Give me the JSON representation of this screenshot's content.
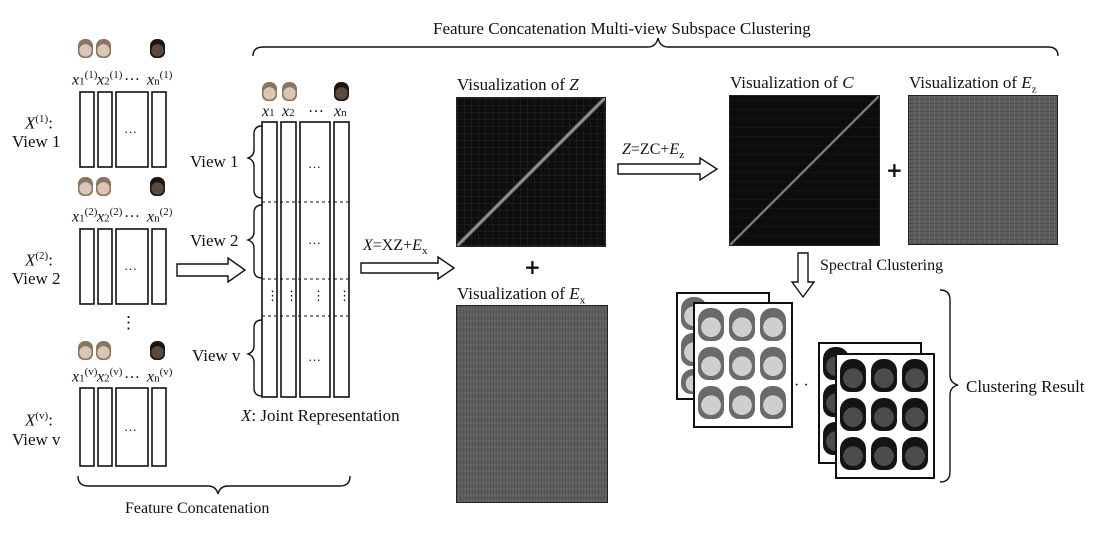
{
  "colors": {
    "line": "#111111",
    "background": "#ffffff"
  },
  "title": "Feature Concatenation Multi-view Subspace Clustering",
  "bottom_label": "Feature Concatenation",
  "left": {
    "views": [
      {
        "symbol": "X",
        "sup": "(1)",
        "view_label": "View 1",
        "cols": [
          "x",
          "x",
          "x"
        ],
        "col_subs": [
          "1",
          "2",
          "n"
        ],
        "col_sups": [
          "(1)",
          "(1)",
          "(1)"
        ]
      },
      {
        "symbol": "X",
        "sup": "(2)",
        "view_label": "View 2",
        "cols": [
          "x",
          "x",
          "x"
        ],
        "col_subs": [
          "1",
          "2",
          "n"
        ],
        "col_sups": [
          "(2)",
          "(2)",
          "(2)"
        ]
      },
      {
        "symbol": "X",
        "sup": "(v)",
        "view_label": "View v",
        "cols": [
          "x",
          "x",
          "x"
        ],
        "col_subs": [
          "1",
          "2",
          "n"
        ],
        "col_sups": [
          "(v)",
          "(v)",
          "(v)"
        ]
      }
    ],
    "dots": "…",
    "vdots": "⋮"
  },
  "joint": {
    "col_letters": [
      "x",
      "x",
      "x"
    ],
    "col_subs": [
      "1",
      "2",
      "n"
    ],
    "view_labels": [
      "View 1",
      "View 2",
      "View v"
    ],
    "caption_symbol": "X",
    "caption_text": ": Joint Representation"
  },
  "eq1": {
    "lhs": "X",
    "mid": "=XZ+",
    "E": "E",
    "sub": "x"
  },
  "vizZ": {
    "prefix": "Visualization of ",
    "symbol": "Z"
  },
  "vizEx": {
    "prefix": "Visualization of ",
    "symbol": "E",
    "sub": "x"
  },
  "eq2": {
    "lhs": "Z",
    "mid": "=ZC+",
    "E": "E",
    "sub": "z"
  },
  "vizC": {
    "prefix": "Visualization of ",
    "symbol": "C"
  },
  "vizEz": {
    "prefix": "Visualization of ",
    "symbol": "E",
    "sub": "z"
  },
  "spectral": "Spectral Clustering",
  "result": "Clustering Result",
  "plus": "+",
  "ellipsis": "· ·"
}
